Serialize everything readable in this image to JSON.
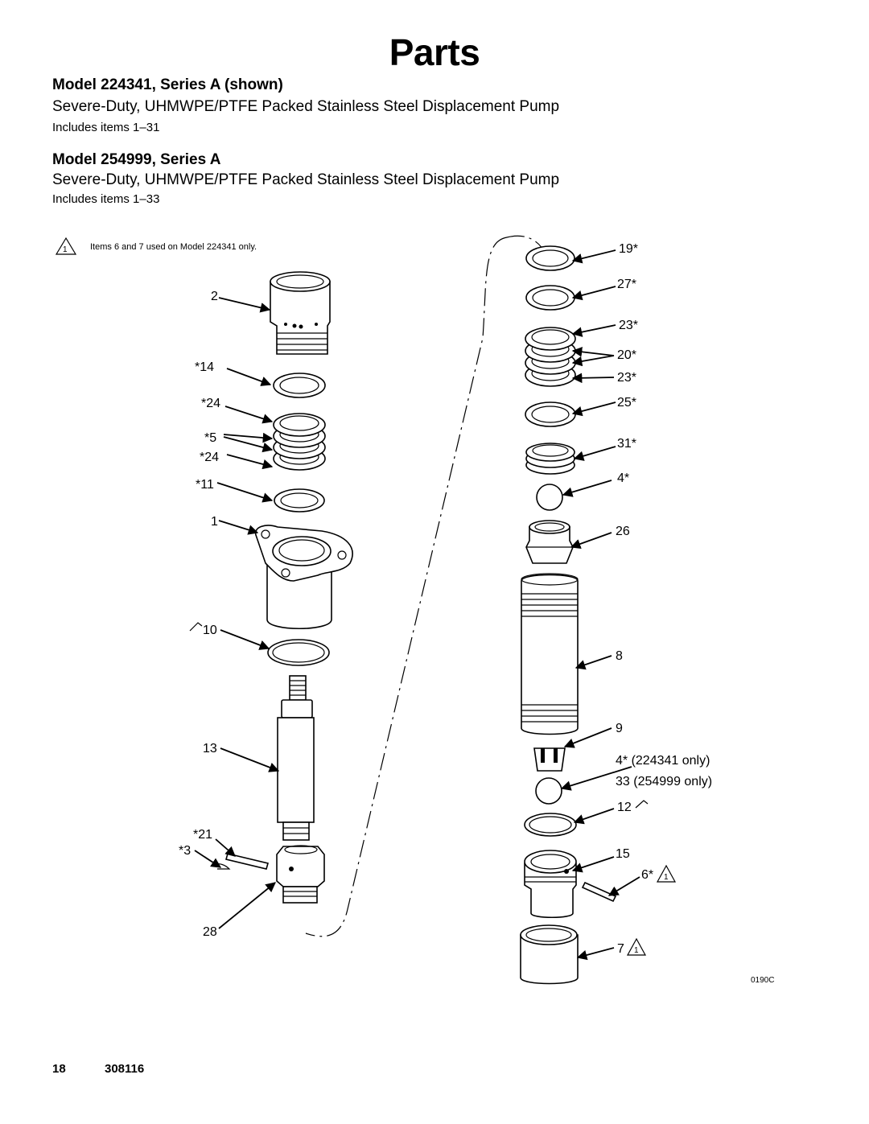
{
  "page_title": "Parts",
  "sections": [
    {
      "model": "Model 224341, Series A (shown)",
      "description": "Severe-Duty, UHMWPE/PTFE Packed Stainless Steel Displacement Pump",
      "includes": "Includes items 1–31"
    },
    {
      "model": "Model 254999, Series A",
      "description": "Severe-Duty, UHMWPE/PTFE Packed Stainless Steel Displacement Pump",
      "includes": "Includes items 1–33"
    }
  ],
  "note": {
    "number": "1",
    "text": "Items 6 and 7 used on Model 224341 only."
  },
  "callouts_left": [
    "2",
    "*14",
    "*24",
    "*5",
    "*24",
    "*11",
    "1",
    "10",
    "13",
    "*21",
    "*3",
    "28"
  ],
  "callouts_right": [
    "19*",
    "27*",
    "23*",
    "20*",
    "23*",
    "25*",
    "31*",
    "4*",
    "26",
    "8",
    "9",
    "4* (224341 only)",
    "33 (254999 only)",
    "12",
    "15",
    "6*",
    "7"
  ],
  "note_flag": "1",
  "figure_id": "0190C",
  "footer": {
    "page_number": "18",
    "doc_number": "308116"
  }
}
